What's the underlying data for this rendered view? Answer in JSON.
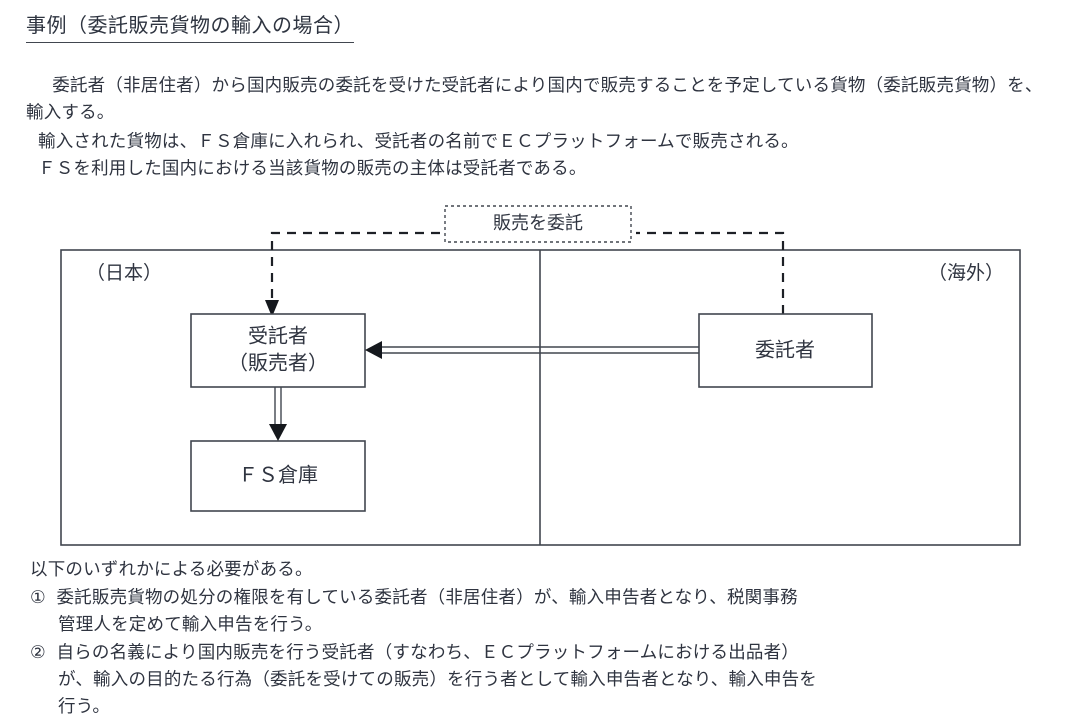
{
  "document": {
    "title": "事例（委託販売貨物の輸入の場合）",
    "paragraphs": {
      "p1": "委託者（非居住者）から国内販売の委託を受けた受託者により国内で販売することを予定している貨物（委託販売貨物）を、輸入する。",
      "p2": "輸入された貨物は、ＦＳ倉庫に入れられ、受託者の名前でＥＣプラットフォームで販売される。",
      "p3": "ＦＳを利用した国内における当該貨物の販売の主体は受託者である。"
    },
    "conclusion": {
      "lead": "以下のいずれかによる必要がある。",
      "item1_marker": "①",
      "item1_line1": "委託販売貨物の処分の権限を有している委託者（非居住者）が、輸入申告者となり、税関事務",
      "item1_line2": "管理人を定めて輸入申告を行う。",
      "item2_marker": "②",
      "item2_line1": "自らの名義により国内販売を行う受託者（すなわち、ＥＣプラットフォームにおける出品者）",
      "item2_line2": "が、輸入の目的たる行為（委託を受けての販売）を行う者として輸入申告者となり、輸入申告を",
      "item2_line3": "行う。"
    }
  },
  "diagram": {
    "regions": {
      "domestic_label": "（日本）",
      "overseas_label": "（海外）"
    },
    "nodes": {
      "consignee_line1": "受託者",
      "consignee_line2": "（販売者）",
      "warehouse": "ＦＳ倉庫",
      "consignor": "委託者"
    },
    "relation_tag": "販売を委託",
    "colors": {
      "line": "#41464f",
      "dashed_line": "#1d2026",
      "text": "#2f3440",
      "background": "#ffffff"
    }
  }
}
